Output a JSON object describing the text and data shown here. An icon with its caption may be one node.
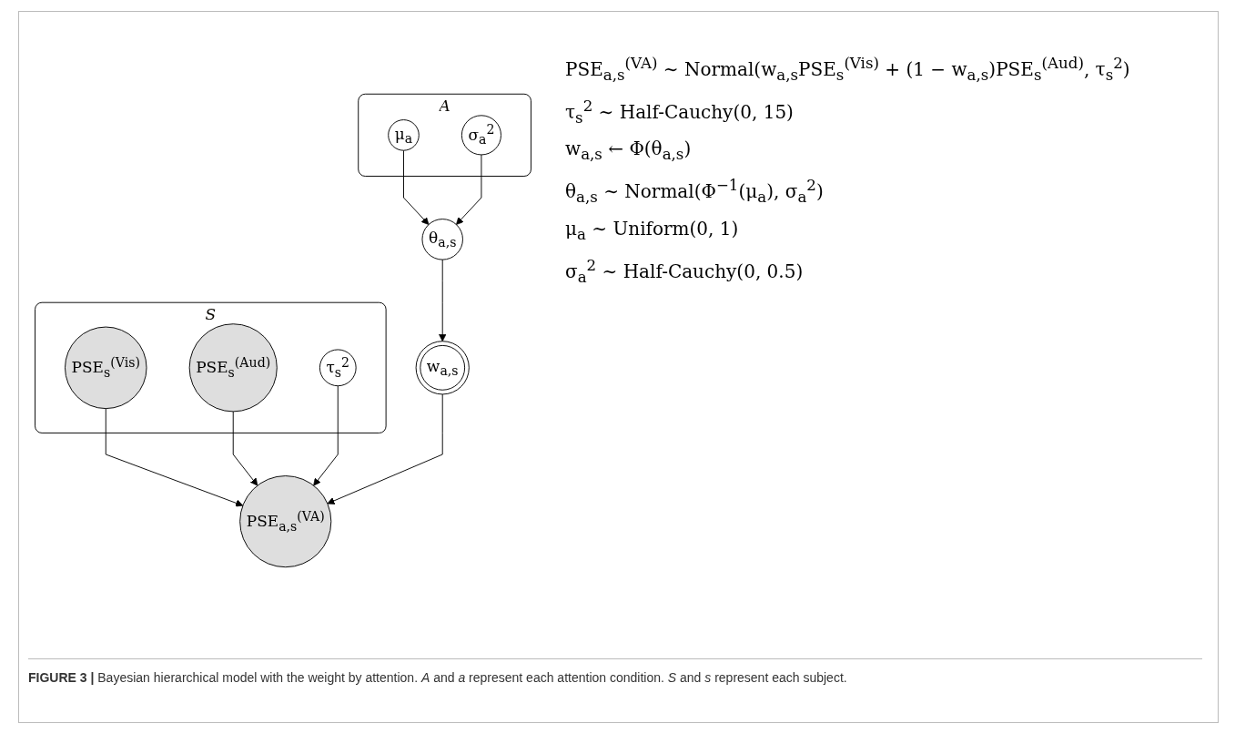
{
  "diagram": {
    "caption": "**FIGURE 3 |** Bayesian hierarchical model with the weight by attention. *A* and *a* represent each attention condition. *S* and *s* represent each subject.",
    "nodes": [
      {
        "text": [
          "*A*"
        ]
      },
      {
        "text": [
          "μ$_{a}$"
        ],
        "in": 0
      },
      {
        "text": [
          "σ$_{a}$$^{2}$"
        ],
        "in": 0
      },
      {
        "text": [
          "*S*"
        ]
      },
      {
        "text": [
          "θ$_{a,s}$"
        ]
      },
      {
        "text": [
          "PSE$_{s}$$^{(Vis)}$"
        ],
        "in": 3
      },
      {
        "text": [
          "w$_{a,s}$"
        ]
      },
      {
        "text": [
          "PSE$_{s}$$^{(Aud)}$"
        ],
        "in": 3
      },
      {
        "text": [
          "PSE$_{a,s}$$^{(VA)}$"
        ]
      },
      {
        "text": [
          "τ$_{s}$$^{2}$"
        ],
        "in": 3
      }
    ],
    "edges": [
      {
        "from": 1,
        "to": 4,
        "arrow": "to"
      },
      {
        "from": 2,
        "to": 4,
        "arrow": "to"
      },
      {
        "from": 4,
        "to": 6,
        "arrow": "to"
      },
      {
        "from": 5,
        "to": 8,
        "arrow": "to"
      },
      {
        "from": 6,
        "to": 8,
        "arrow": "to"
      },
      {
        "from": 7,
        "to": 8,
        "arrow": "to"
      },
      {
        "from": 9,
        "to": 8,
        "arrow": "to"
      }
    ],
    "labels": [
      "PSE$_{a,s}$$^{(VA)}$ ∼ Normal(w$_{a,s}$PSE$_{s}$$^{(Vis)}$ + (1 − w$_{a,s}$)PSE$_{s}$$^{(Aud)}$, τ$_{s}$$^{2}$)",
      "τ$_{s}$$^{2}$ ∼ Half-Cauchy(0, 15)",
      "w$_{a,s}$ ← Φ(θ$_{a,s}$)",
      "θ$_{a,s}$ ∼ Normal(Φ$^{−1}$(μ$_{a}$), σ$_{a}$$^{2}$)",
      "μ$_{a}$ ∼ Uniform(0, 1)",
      "σ$_{a}$$^{2}$ ∼ Half-Cauchy(0, 0.5)"
    ]
  }
}
